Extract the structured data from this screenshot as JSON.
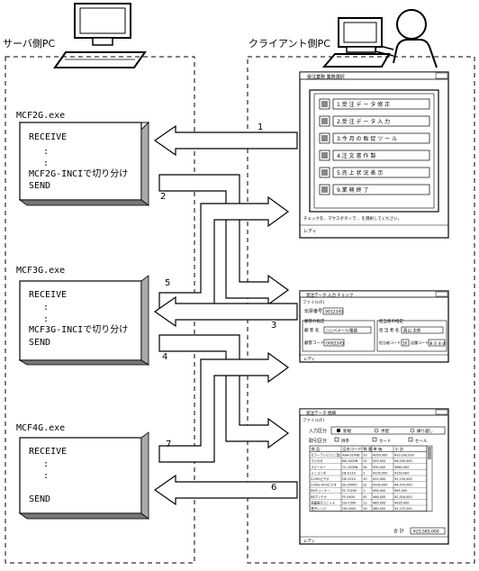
{
  "server": {
    "label": "サーバ側PC",
    "modules": [
      {
        "name": "MCF2G.exe",
        "lines": [
          "RECEIVE",
          ":",
          ":",
          "MCF2G-INCIで切り分け",
          "SEND"
        ]
      },
      {
        "name": "MCF3G.exe",
        "lines": [
          "RECEIVE",
          ":",
          ":",
          "MCF3G-INCIで切り分け",
          "SEND"
        ]
      },
      {
        "name": "MCF4G.exe",
        "lines": [
          "RECEIVE",
          ":",
          ":",
          "SEND"
        ]
      }
    ]
  },
  "client": {
    "label": "クライアント側PC",
    "menu_window": {
      "title": "受注業務 業務選択",
      "items": [
        "1.受 注 デ ー タ 修 正",
        "2.受 注 デ ー タ 入 力",
        "3.今 月 の 販 促 ツ ー ル",
        "4.注 文 書 作 製",
        "5.売 上 状 況 表 示",
        "9.業 務 終 了"
      ],
      "hint": "チェックを、マウスボタンで… を選択してください。",
      "status": "レディ"
    },
    "check_window": {
      "title": "受注データ 入力 チェック",
      "menu": "ファイル(F)",
      "order_no_label": "伝票番号",
      "order_no": "9012345",
      "customer_group": "顧客の指定",
      "customer_name_label": "顧 客 名",
      "customer_name": "○○ベメール電器",
      "customer_code_label": "顧客コード",
      "customer_code": "0002345",
      "staff_group": "担当者の指定",
      "staff_name_label": "担 当 者 名",
      "staff_name": "西山 太郎",
      "staff_code_label": "担当者コード",
      "staff_code": "16",
      "store_code_label": "店舗コード",
      "store_code": "東 京 本 店",
      "status": "レディ"
    },
    "entry_window": {
      "title": "受注データ 明細",
      "menu": "ファイル(F)",
      "entry_type_label": "入力区分",
      "entry_types": [
        "新規",
        "手配",
        "繰り越し"
      ],
      "sale_type_label": "取引区分",
      "sale_types": [
        "持参",
        "カード",
        "セール"
      ],
      "columns": [
        "商 品",
        "品名コード",
        "数 量",
        "単 価",
        "小 計"
      ],
      "rows": [
        [
          "カラーテレビ(ユニ型)",
          "AAA-0100B",
          "20",
          "¥350,000",
          "¥10,200,000"
        ],
        [
          "ラジカセ",
          "BB-1000N",
          "25",
          "¥25,000",
          "¥6,250,000"
        ],
        [
          "スピーカー",
          "CC-1000N",
          "24",
          "¥30,000",
          "¥960,000"
        ],
        [
          "ミニコンポ",
          "DE-0110",
          "1",
          "¥150,000",
          "¥150,000"
        ],
        [
          "S-VHSビデオ",
          "DE-1010",
          "10",
          "¥15,000",
          "¥1,150,000"
        ],
        [
          "S-VHS Hi-Fiビデオ",
          "EE-20000",
          "22",
          "¥100,000",
          "¥4,070,000"
        ],
        [
          "BSチューナー",
          "FF-70200",
          "1",
          "¥95,000",
          "¥95,000"
        ],
        [
          "BSアンテナ",
          "FF-0400",
          "45",
          "¥48,000",
          "¥2,016,000"
        ],
        [
          "液晶表示ユニット",
          "GG-1500",
          "11",
          "¥85,000",
          "¥935,000"
        ],
        [
          "電子レンジ",
          "HH-0005",
          "16",
          "¥80,000",
          "¥1,275,000"
        ]
      ],
      "total_label": "合 計",
      "total": "¥25,585,000",
      "status": "レディ"
    }
  },
  "flow_arrows": [
    {
      "num": "1"
    },
    {
      "num": "2"
    },
    {
      "num": "3"
    },
    {
      "num": "4"
    },
    {
      "num": "5"
    },
    {
      "num": "6"
    },
    {
      "num": "7"
    }
  ]
}
